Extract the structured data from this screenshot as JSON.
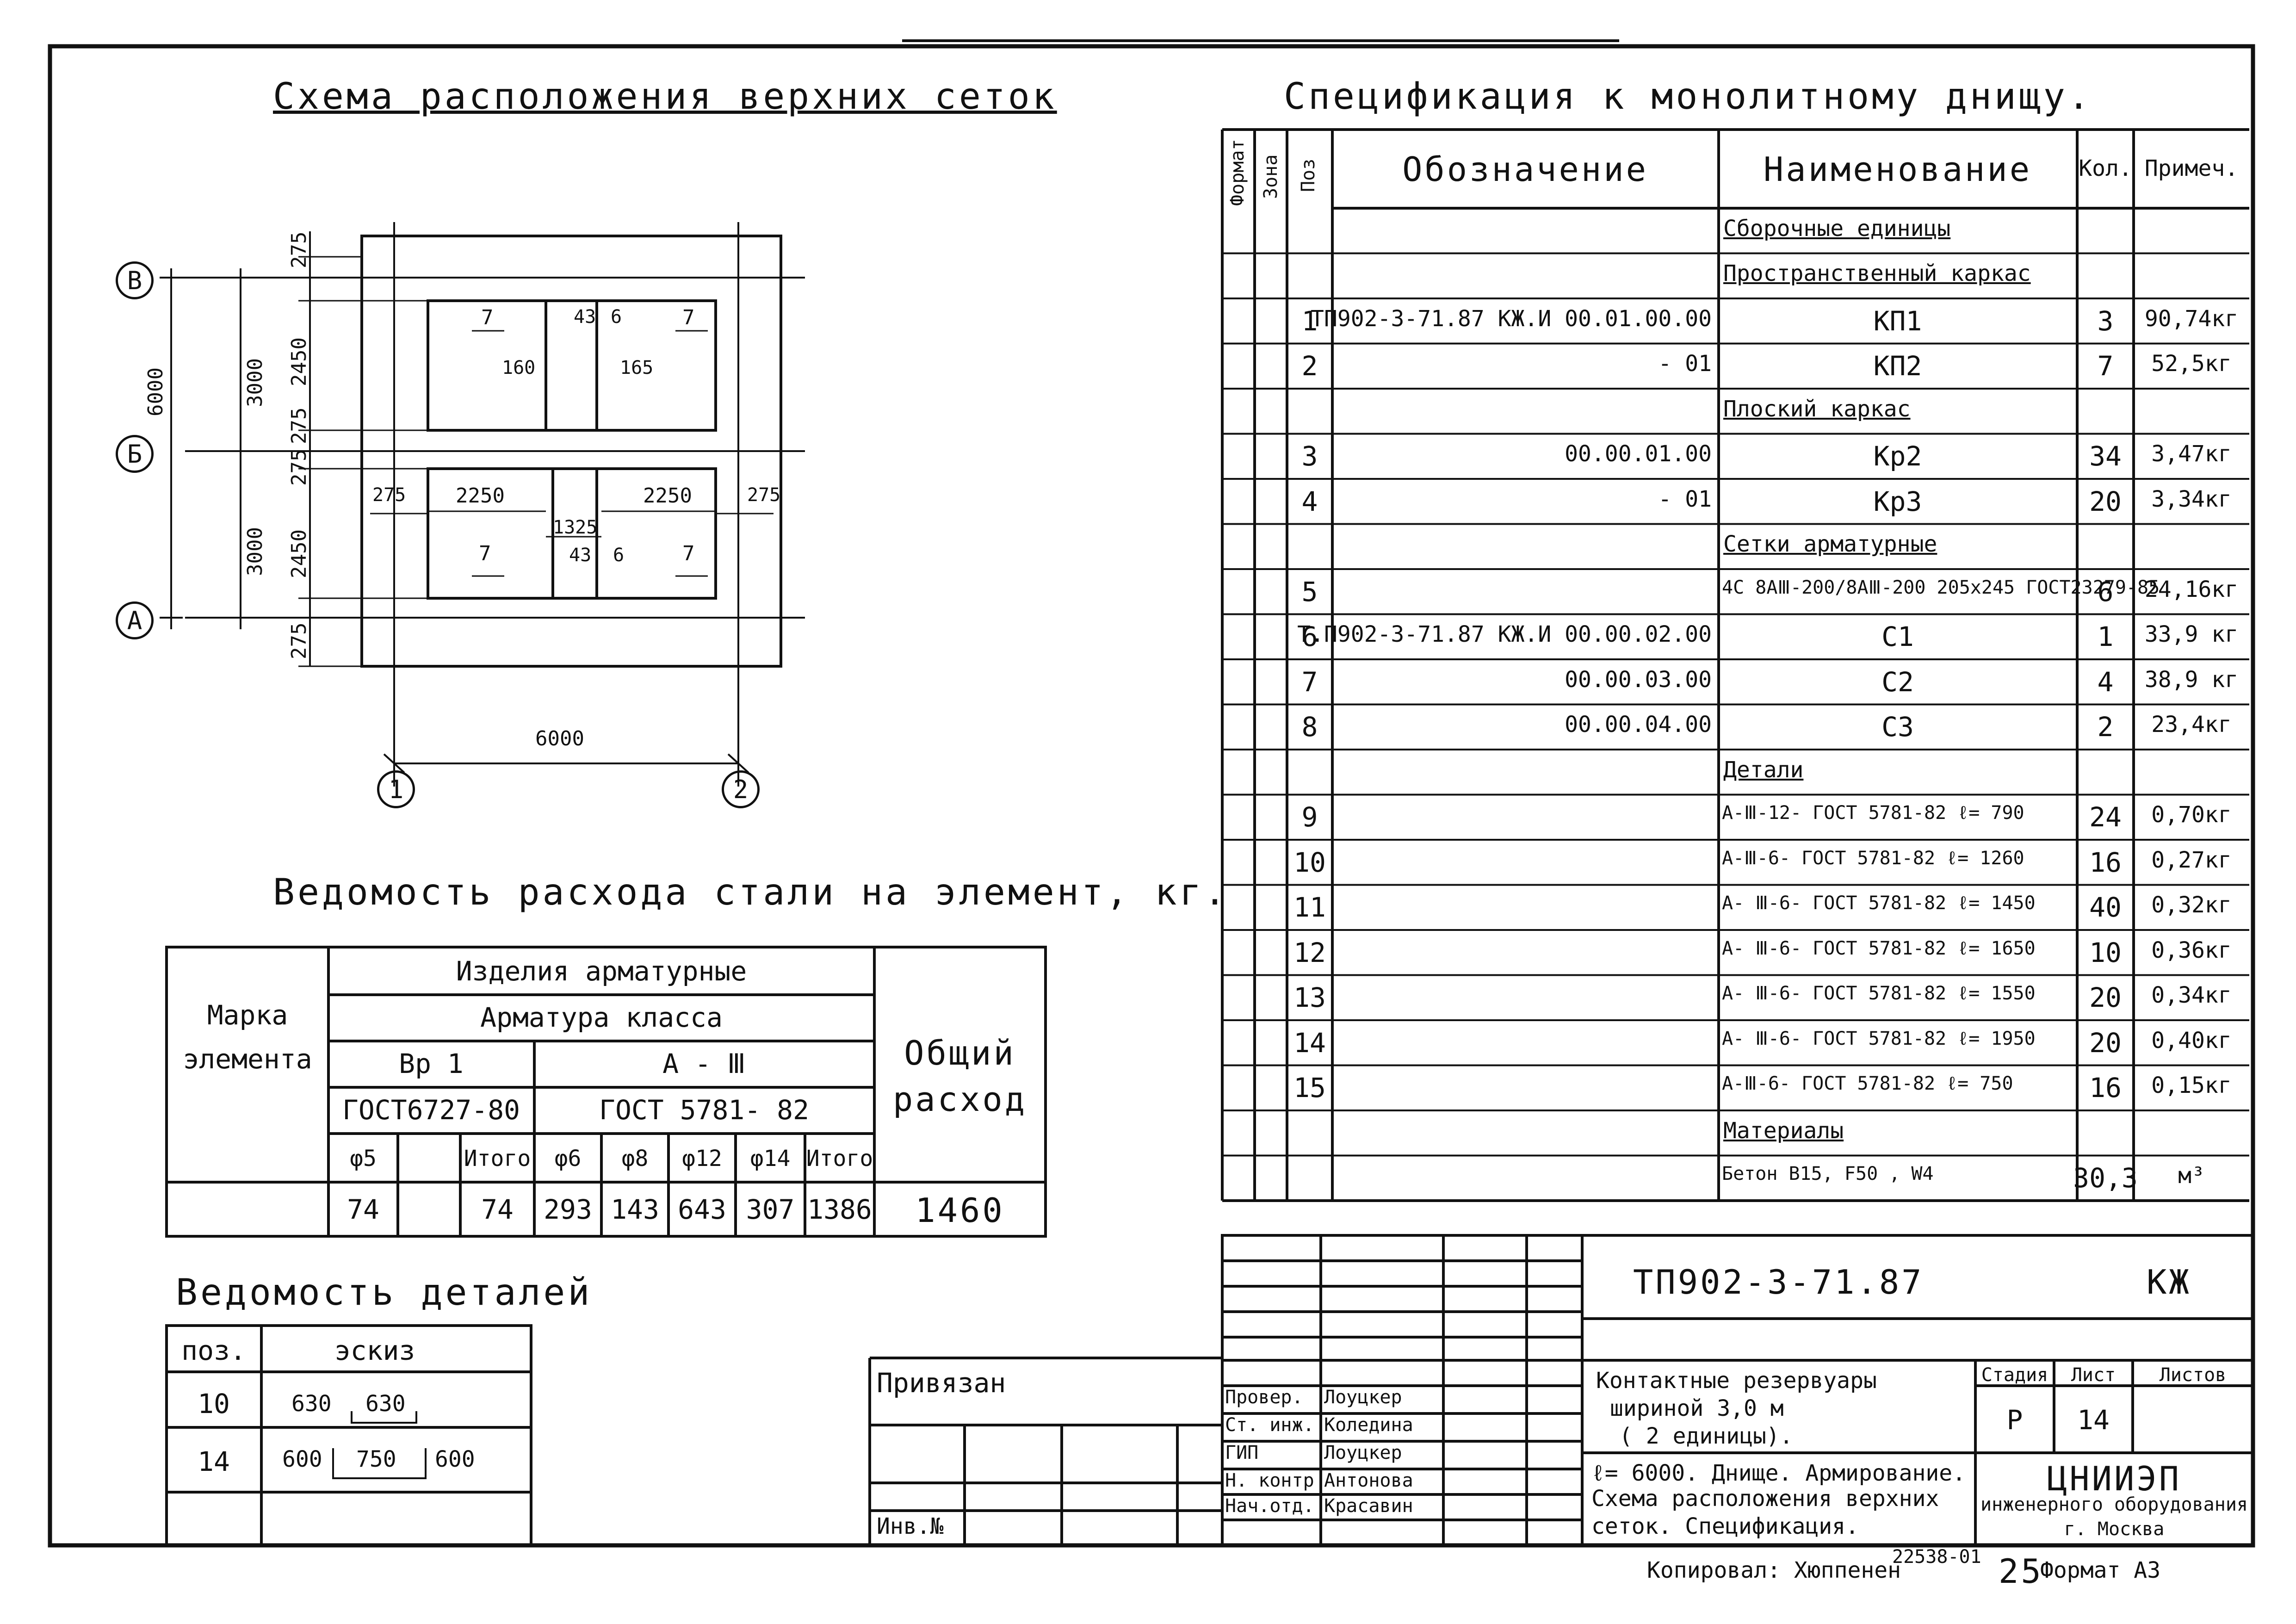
{
  "scheme": {
    "title": "Схема расположения верхних сеток",
    "axes_letters": [
      "В",
      "Б",
      "А"
    ],
    "axes_numbers": [
      "1",
      "2"
    ],
    "dims_left_outer": [
      "6000"
    ],
    "dims_left_mid": [
      "3000",
      "3000"
    ],
    "dims_left_inner": [
      "275",
      "2450",
      "275",
      "275",
      "2450",
      "275"
    ],
    "dim_bottom": "6000",
    "inner_labels": {
      "m7a": "7",
      "m160": "160",
      "m43a": "43",
      "m6a": "6",
      "m7b": "7",
      "m165": "165",
      "m275l": "275",
      "m2250a": "2250",
      "m2250b": "2250",
      "m275r": "275",
      "m1325": "1325",
      "m7c": "7",
      "m43b": "43",
      "m6b": "6",
      "m7d": "7"
    }
  },
  "spec": {
    "title": "Спецификация к монолитному днищу.",
    "headers": {
      "format": "Формат",
      "zone": "Зона",
      "pos": "Поз",
      "designation": "Обозначение",
      "name": "Наименование",
      "qty": "Кол.",
      "note": "Примеч."
    },
    "rows": [
      {
        "pos": "",
        "des": "",
        "name": "Сборочные единицы",
        "qty": "",
        "note": ""
      },
      {
        "pos": "",
        "des": "",
        "name": "Пространственный каркас",
        "qty": "",
        "note": ""
      },
      {
        "pos": "1",
        "des": "ТП902-3-71.87  КЖ.И 00.01.00.00",
        "name": "КП1",
        "qty": "3",
        "note": "90,74кг"
      },
      {
        "pos": "2",
        "des": "- 01",
        "name": "КП2",
        "qty": "7",
        "note": "52,5кг"
      },
      {
        "pos": "",
        "des": "",
        "name": "Плоский  каркас",
        "qty": "",
        "note": ""
      },
      {
        "pos": "3",
        "des": "00.00.01.00",
        "name": "Кр2",
        "qty": "34",
        "note": "3,47кг"
      },
      {
        "pos": "4",
        "des": "- 01",
        "name": "Кр3",
        "qty": "20",
        "note": "3,34кг"
      },
      {
        "pos": "",
        "des": "",
        "name": "Сетки  арматурные",
        "qty": "",
        "note": ""
      },
      {
        "pos": "5",
        "des": "",
        "name": "4С 8АⅢ-200/8АⅢ-200 205х245 ГОСТ23279-85",
        "qty": "6",
        "note": "24,16кг"
      },
      {
        "pos": "6",
        "des": "Т.П902-3-71.87   КЖ.И 00.00.02.00",
        "name": "С1",
        "qty": "1",
        "note": "33,9 кг"
      },
      {
        "pos": "7",
        "des": "00.00.03.00",
        "name": "С2",
        "qty": "4",
        "note": "38,9 кг"
      },
      {
        "pos": "8",
        "des": "00.00.04.00",
        "name": "С3",
        "qty": "2",
        "note": "23,4кг"
      },
      {
        "pos": "",
        "des": "",
        "name": "Детали",
        "qty": "",
        "note": ""
      },
      {
        "pos": "9",
        "des": "",
        "name": "А-Ⅲ-12- ГОСТ 5781-82  ℓ= 790",
        "qty": "24",
        "note": "0,70кг"
      },
      {
        "pos": "10",
        "des": "",
        "name": "А-Ⅲ-6- ГОСТ 5781-82  ℓ= 1260",
        "qty": "16",
        "note": "0,27кг"
      },
      {
        "pos": "11",
        "des": "",
        "name": "А- Ⅲ-6- ГОСТ 5781-82  ℓ= 1450",
        "qty": "40",
        "note": "0,32кг"
      },
      {
        "pos": "12",
        "des": "",
        "name": "А- Ⅲ-6- ГОСТ 5781-82  ℓ= 1650",
        "qty": "10",
        "note": "0,36кг"
      },
      {
        "pos": "13",
        "des": "",
        "name": "А- Ⅲ-6- ГОСТ 5781-82  ℓ= 1550",
        "qty": "20",
        "note": "0,34кг"
      },
      {
        "pos": "14",
        "des": "",
        "name": "А- Ⅲ-6- ГОСТ 5781-82  ℓ= 1950",
        "qty": "20",
        "note": "0,40кг"
      },
      {
        "pos": "15",
        "des": "",
        "name": "А-Ⅲ-6- ГОСТ 5781-82  ℓ=  750",
        "qty": "16",
        "note": "0,15кг"
      },
      {
        "pos": "",
        "des": "",
        "name": "Материалы",
        "qty": "",
        "note": ""
      },
      {
        "pos": "",
        "des": "",
        "name": "Бетон В15, F50 , W4",
        "qty": "30,3",
        "note": "м³"
      }
    ]
  },
  "steel": {
    "title": "Ведомость расхода стали на элемент, кг.",
    "mark_header": "Марка элемента",
    "mark_l1": "Марка",
    "mark_l2": "элемента",
    "products": "Изделия  арматурные",
    "rebar_class": "Арматура  класса",
    "bp1": "Вр 1",
    "a3": "А - Ⅲ",
    "gost1": "ГОСТ6727-80",
    "gost2": "ГОСТ  5781- 82",
    "total_l1": "Общий",
    "total_l2": "расход",
    "cols": [
      "φ5",
      "",
      "Итого",
      "φ6",
      "φ8",
      "φ12",
      "φ14",
      "Итого"
    ],
    "values": [
      "74",
      "",
      "74",
      "293",
      "143",
      "643",
      "307",
      "1386"
    ],
    "total": "1460"
  },
  "details": {
    "title": "Ведомость деталей",
    "headers": [
      "поз.",
      "эскиз"
    ],
    "rows": [
      {
        "pos": "10",
        "sketch": [
          "630",
          "630"
        ]
      },
      {
        "pos": "14",
        "sketch": [
          "600",
          "750",
          "600"
        ]
      }
    ]
  },
  "stamp": {
    "privyazan": "Привязан",
    "inv": "Инв.№",
    "roles": [
      "Провер.",
      "Ст. инж.",
      "ГИП",
      "Н. контр",
      "Нач.отд."
    ],
    "names": [
      "Лоуцкер",
      "Коледина",
      "Лоуцкер",
      "Антонова",
      "Красавин"
    ],
    "doc_code": "ТП902-3-71.87",
    "doc_mark": "КЖ",
    "project_l1": "Контактные  резервуары",
    "project_l2": "шириной     3,0 м",
    "project_l3": "( 2 единицы).",
    "sheet_l1": "ℓ= 6000. Днище. Армирование.",
    "sheet_l2": "Схема расположения верхних",
    "sheet_l3": "сеток. Спецификация.",
    "stage_h": "Стадия",
    "sheet_h": "Лист",
    "sheets_h": "Листов",
    "stage": "Р",
    "sheet": "14",
    "org1": "ЦНИИЭП",
    "org2": "инженерного оборудования",
    "org3": "г. Москва",
    "copied": "Копировал: Хюппенен",
    "number": "22538-01",
    "page": "25",
    "format": "Формат А3"
  }
}
